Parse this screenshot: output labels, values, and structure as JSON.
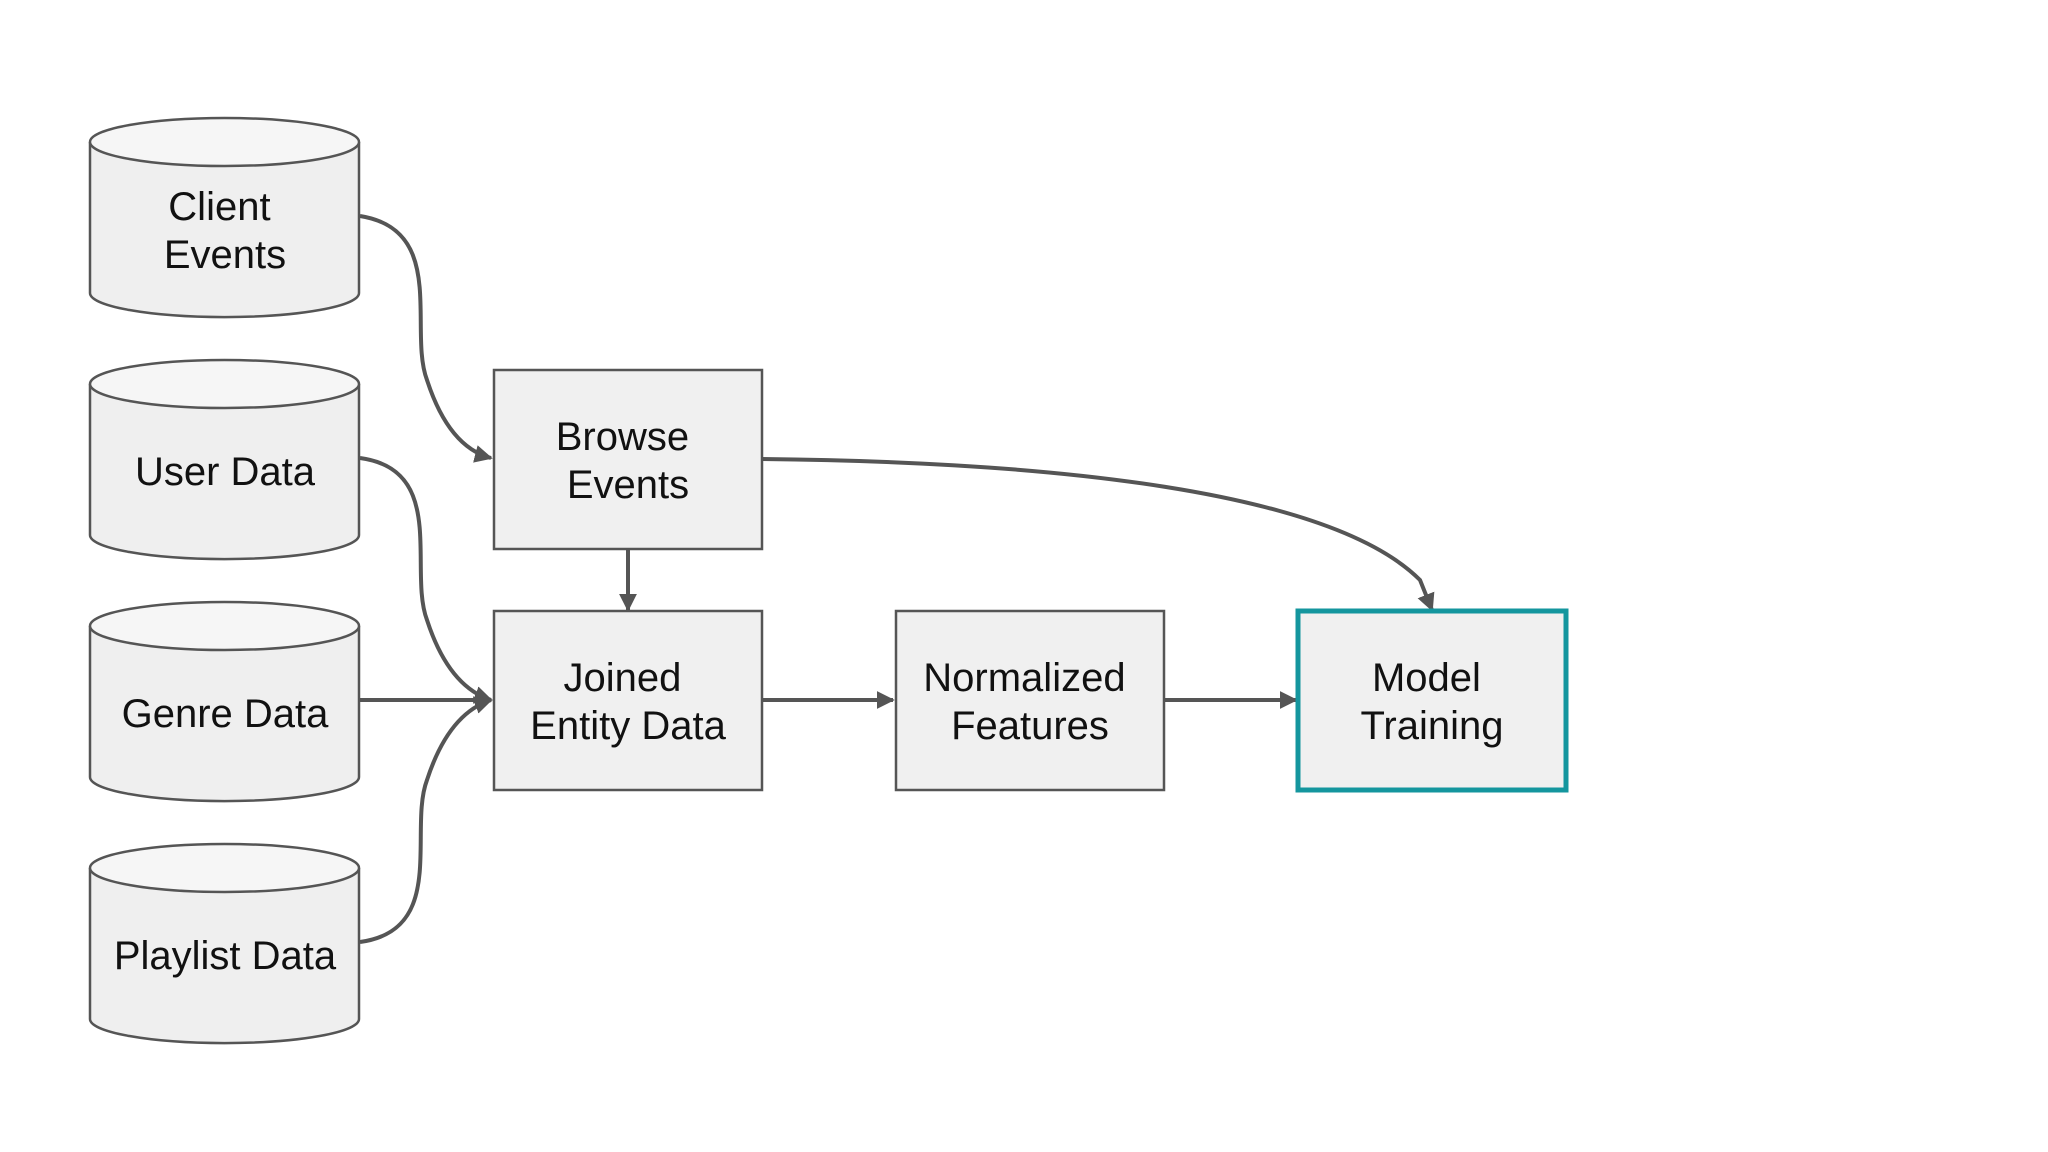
{
  "diagram": {
    "sources": [
      {
        "id": "client",
        "lines": [
          "Client",
          "Events"
        ]
      },
      {
        "id": "user",
        "lines": [
          "User Data"
        ]
      },
      {
        "id": "genre",
        "lines": [
          "Genre Data"
        ]
      },
      {
        "id": "playlist",
        "lines": [
          "Playlist Data"
        ]
      }
    ],
    "steps": [
      {
        "id": "browse",
        "lines": [
          "Browse",
          "Events"
        ],
        "highlight": false
      },
      {
        "id": "joined",
        "lines": [
          "Joined",
          "Entity Data"
        ],
        "highlight": false
      },
      {
        "id": "normalized",
        "lines": [
          "Normalized",
          "Features"
        ],
        "highlight": false
      },
      {
        "id": "model",
        "lines": [
          "Model",
          "Training"
        ],
        "highlight": true
      }
    ],
    "edges": [
      [
        "client",
        "browse"
      ],
      [
        "user",
        "joined"
      ],
      [
        "genre",
        "joined"
      ],
      [
        "playlist",
        "joined"
      ],
      [
        "browse",
        "joined"
      ],
      [
        "browse",
        "model"
      ],
      [
        "joined",
        "normalized"
      ],
      [
        "normalized",
        "model"
      ]
    ],
    "colors": {
      "node_fill": "#f0f0f0",
      "node_stroke": "#555555",
      "edge": "#555555",
      "highlight_stroke": "#14969e",
      "text": "#111111"
    }
  }
}
